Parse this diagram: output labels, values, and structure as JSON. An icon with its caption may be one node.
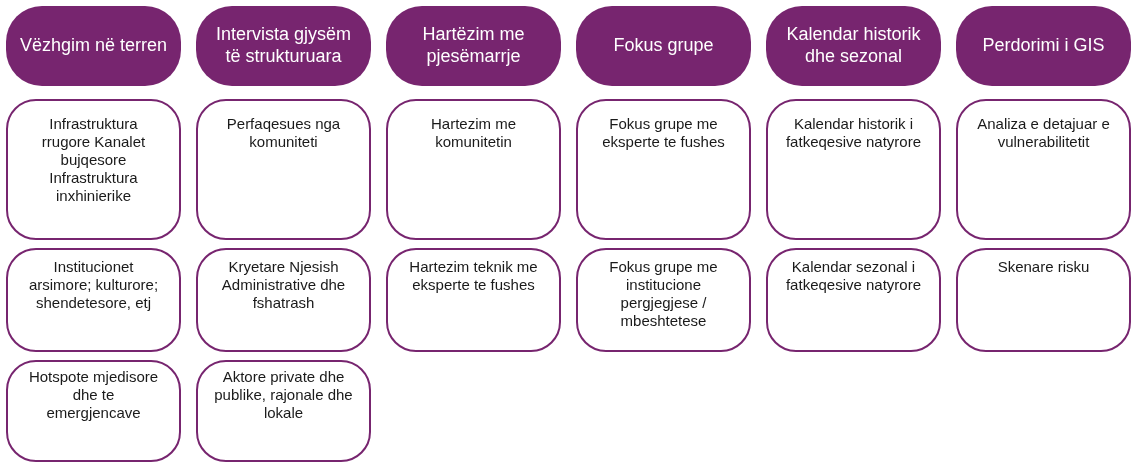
{
  "diagram": {
    "nodes": [
      {
        "text": [
          "Vëzhgim në terren"
        ]
      },
      {
        "text": [
          "Intervista gjysëm të strukturuara"
        ]
      },
      {
        "text": [
          "Hartëzim me pjesëmarrje"
        ]
      },
      {
        "text": [
          "Fokus grupe"
        ]
      },
      {
        "text": [
          "Kalendar historik dhe sezonal"
        ]
      },
      {
        "text": [
          "Perdorimi i GIS"
        ]
      },
      {
        "text": [
          "Infrastruktura rrugore Kanalet bujqesore Infrastruktura inxhinierike"
        ]
      },
      {
        "text": [
          "Perfaqesues nga komuniteti"
        ]
      },
      {
        "text": [
          "Hartezim me komunitetin"
        ]
      },
      {
        "text": [
          "Fokus grupe me eksperte te fushes"
        ]
      },
      {
        "text": [
          "Kalendar historik i fatkeqesive natyrore"
        ]
      },
      {
        "text": [
          "Analiza e detajuar e vulnerabilitetit"
        ]
      },
      {
        "text": [
          "Institucionet arsimore; kulturore; shendetesore, etj"
        ]
      },
      {
        "text": [
          "Kryetare Njesish Administrative dhe fshatrash"
        ]
      },
      {
        "text": [
          "Hartezim teknik me eksperte te fushes"
        ]
      },
      {
        "text": [
          "Fokus grupe me institucione pergjegjese / mbeshtetese"
        ]
      },
      {
        "text": [
          "Kalendar sezonal i fatkeqesive natyrore"
        ]
      },
      {
        "text": [
          "Skenare risku"
        ]
      },
      {
        "text": [
          "Hotspote mjedisore dhe te emergjencave"
        ]
      },
      {
        "text": [
          "Aktore private dhe publike, rajonale dhe lokale"
        ]
      }
    ]
  }
}
